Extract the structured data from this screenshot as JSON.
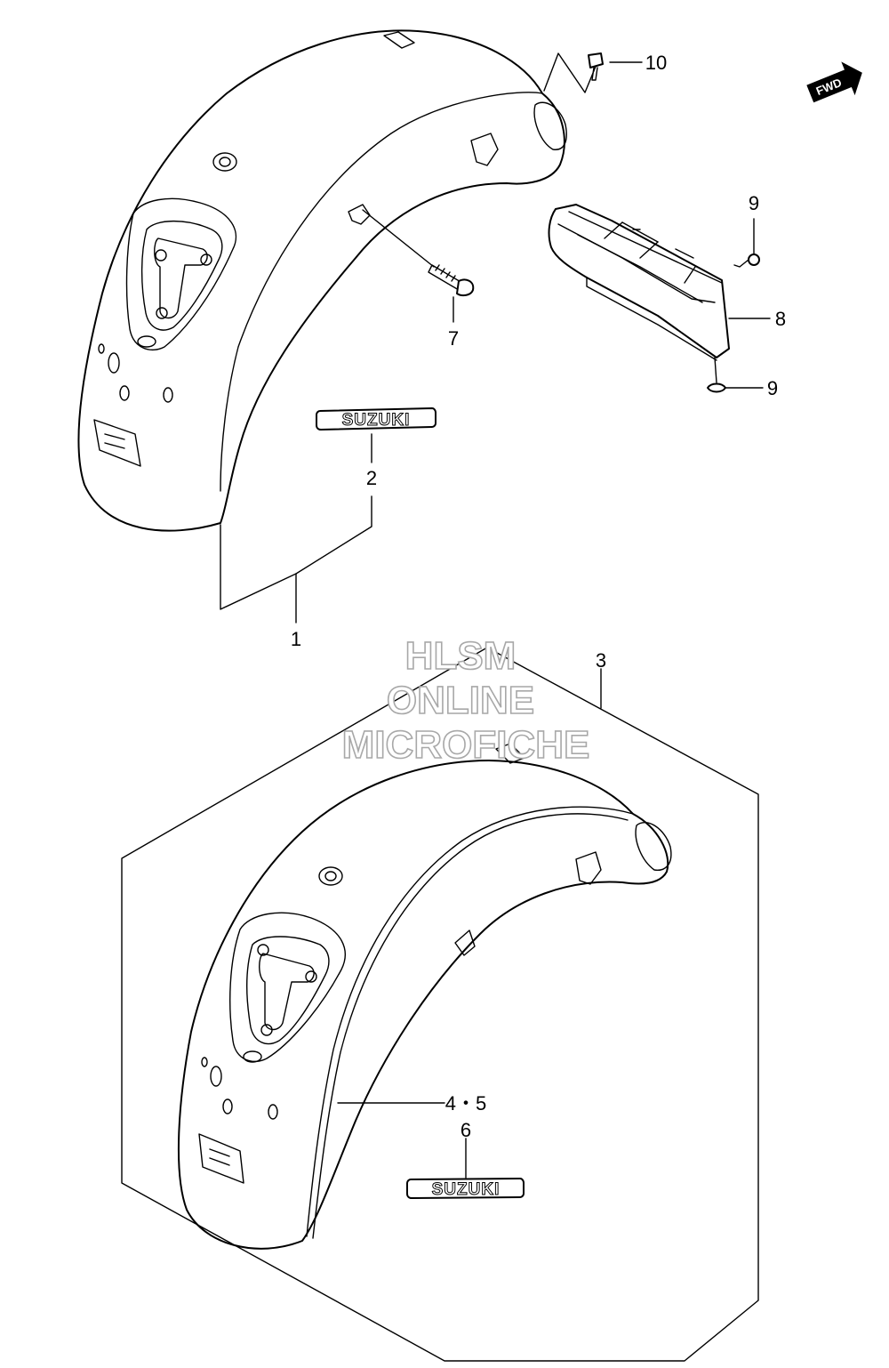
{
  "callouts": {
    "c1": "1",
    "c2": "2",
    "c3": "3",
    "c45": "4・5",
    "c6": "6",
    "c7": "7",
    "c8": "8",
    "c9a": "9",
    "c9b": "9",
    "c10": "10"
  },
  "emblem": {
    "top": "SUZUKI",
    "bottom": "SUZUKI"
  },
  "direction": {
    "label": "FWD",
    "icon": "arrow-forward-icon"
  },
  "watermark": {
    "line1": "HLSM",
    "line2": "ONLINE",
    "line3": "MICROFICHE",
    "color": "#a8a8a8"
  },
  "colors": {
    "line": "#000000",
    "background": "#ffffff"
  }
}
